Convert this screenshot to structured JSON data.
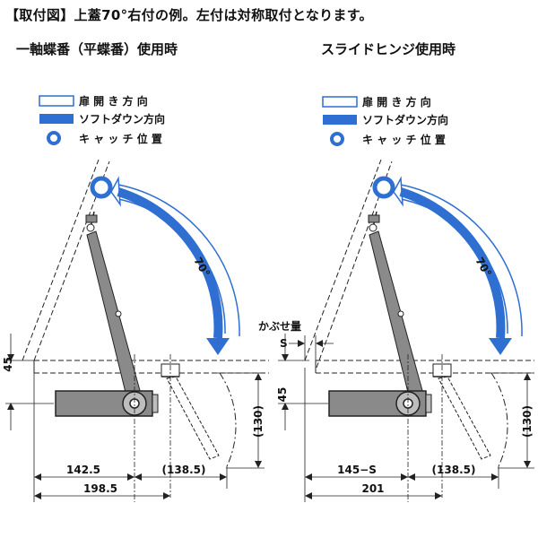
{
  "header": "【取付図】上蓋70°右付の例。左付は対称取付となります。",
  "colors": {
    "blue": "#2e6fd1",
    "stay_gray": "#8a8a8a",
    "line": "#222222"
  },
  "legend_labels": {
    "door_open": "扉 開 き 方 向",
    "soft_down": "ソフトダウン方向",
    "catch": "キ ャ ッ チ 位 置"
  },
  "left": {
    "title": "一軸蝶番（平蝶番）使用時",
    "angle": "70°",
    "dim_height": "45",
    "dim_right": "(130)",
    "dim_bottom_left": "142.5",
    "dim_bottom_right": "(138.5)",
    "dim_total": "198.5"
  },
  "right": {
    "title": "スライドヒンジ使用時",
    "angle": "70°",
    "overlay_label": "かぶせ量",
    "overlay_symbol": "S",
    "dim_height": "45",
    "dim_right": "(130)",
    "dim_bottom_left": "145−S",
    "dim_bottom_right": "(138.5)",
    "dim_total": "201"
  }
}
